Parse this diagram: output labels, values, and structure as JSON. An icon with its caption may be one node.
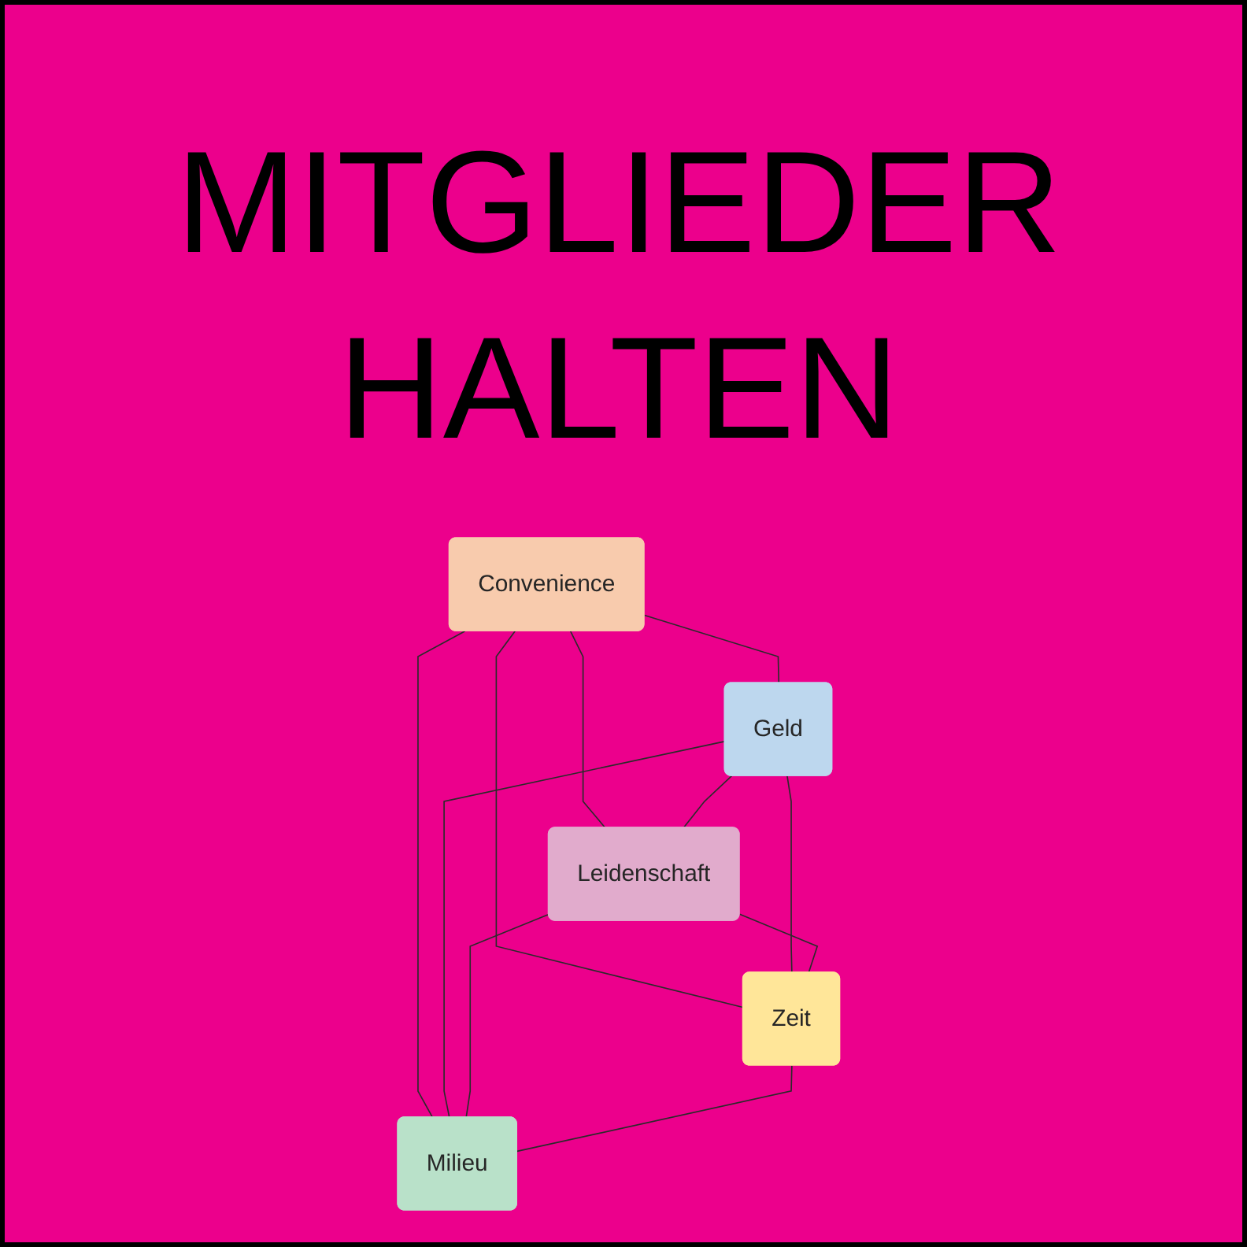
{
  "diagram": {
    "title": "MITGLIEDER HALTEN",
    "nodes": [
      {
        "text": [
          "Convenience"
        ]
      },
      {
        "text": [
          "Geld"
        ]
      },
      {
        "text": [
          "Leidenschaft"
        ]
      },
      {
        "text": [
          "Zeit"
        ]
      },
      {
        "text": [
          "Milieu"
        ]
      }
    ],
    "edges": [
      {
        "from": 0,
        "to": 1,
        "arrow": "none"
      },
      {
        "from": 0,
        "to": 2,
        "arrow": "none"
      },
      {
        "from": 0,
        "to": 3,
        "arrow": "none"
      },
      {
        "from": 0,
        "to": 4,
        "arrow": "none"
      },
      {
        "from": 1,
        "to": 2,
        "arrow": "none"
      },
      {
        "from": 1,
        "to": 3,
        "arrow": "none"
      },
      {
        "from": 1,
        "to": 4,
        "arrow": "none"
      },
      {
        "from": 2,
        "to": 3,
        "arrow": "none"
      },
      {
        "from": 2,
        "to": 4,
        "arrow": "none"
      },
      {
        "from": 3,
        "to": 4,
        "arrow": "none"
      }
    ]
  }
}
